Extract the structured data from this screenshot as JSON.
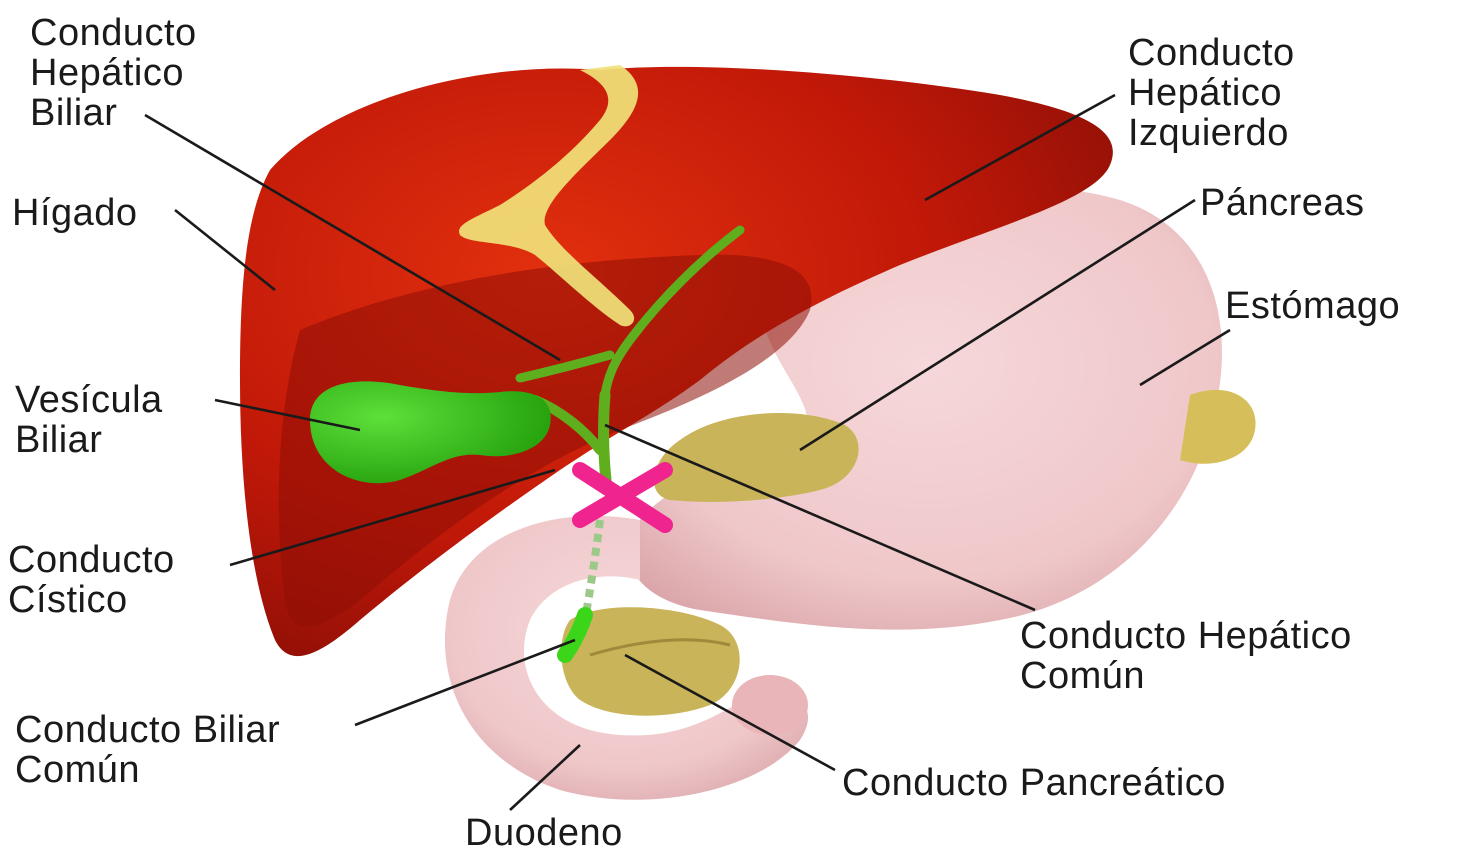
{
  "colors": {
    "liver": "#c01808",
    "liver_shadow": "#8e0f06",
    "ligament": "#f0e27a",
    "gallbladder": "#2fc40f",
    "bile_duct": "#5fae1e",
    "stomach": "#efc7c9",
    "stomach_shadow": "#d9a4a8",
    "pancreas": "#c9b45a",
    "blockage_mark": "#f0248f"
  },
  "blockage_mark_icon": "x-mark-icon",
  "labels": {
    "conducto_hepatico_biliar": [
      "Conducto",
      "Hepático",
      "Biliar"
    ],
    "conducto_hepatico_izquierdo": [
      "Conducto",
      "Hepático",
      "Izquierdo"
    ],
    "higado": [
      "Hígado"
    ],
    "pancreas": [
      "Páncreas"
    ],
    "estomago": [
      "Estómago"
    ],
    "vesicula_biliar": [
      "Vesícula",
      "Biliar"
    ],
    "conducto_cistico": [
      "Conducto",
      "Cístico"
    ],
    "conducto_hepatico_comun": [
      "Conducto Hepático",
      "Común"
    ],
    "conducto_biliar_comun": [
      "Conducto Biliar",
      "Común"
    ],
    "conducto_pancreatico": [
      "Conducto Pancreático"
    ],
    "duodeno": [
      "Duodeno"
    ]
  }
}
